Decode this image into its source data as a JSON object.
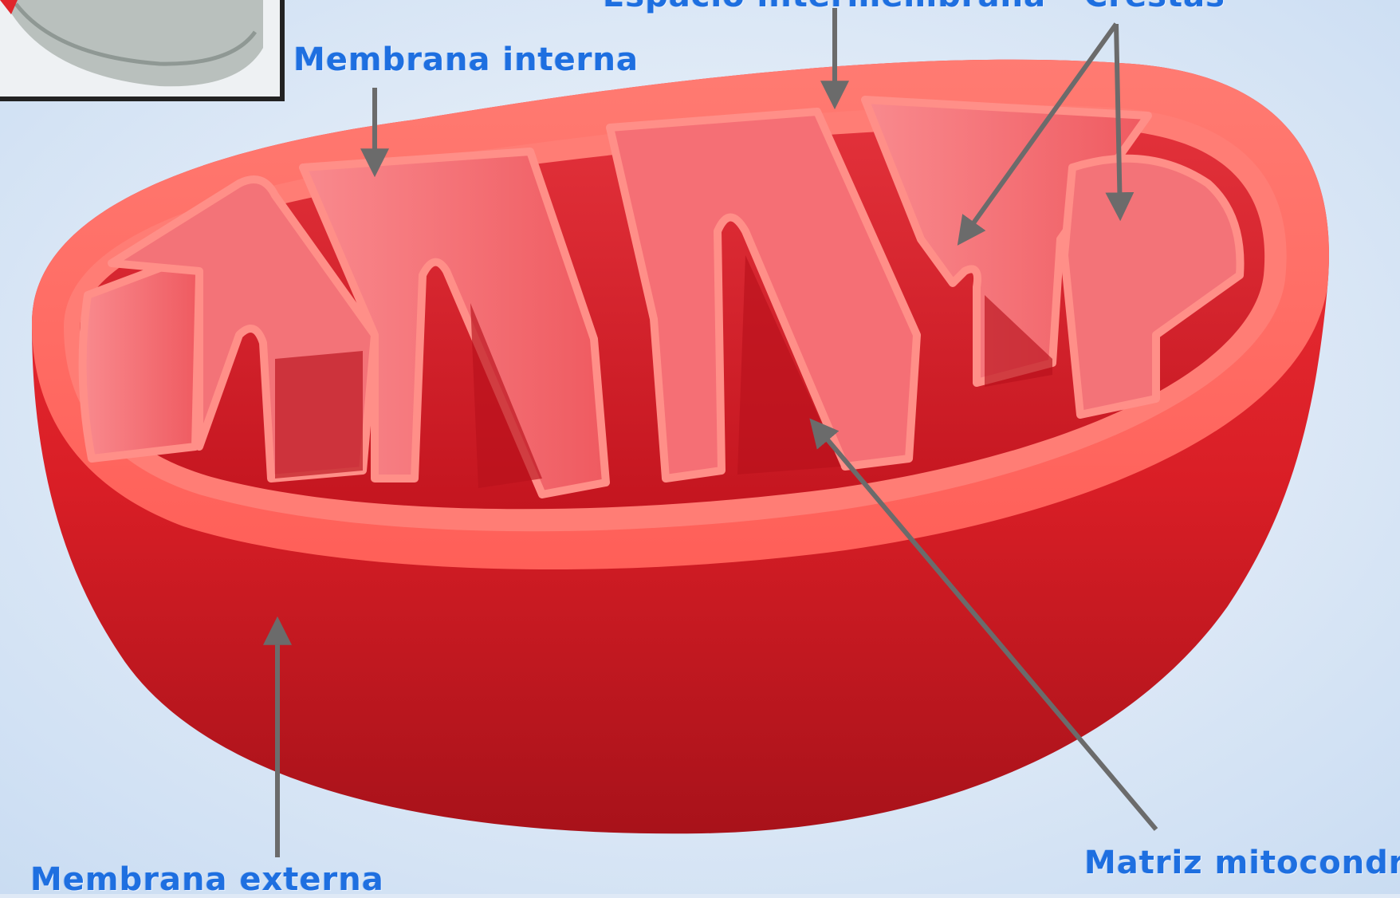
{
  "labels": {
    "inner_membrane": "Membrana interna",
    "outer_membrane": "Membrana externa",
    "matrix": "Matriz mitocondrial",
    "top_center": "Espacio intermembrana",
    "top_right": "Crestas"
  },
  "colors": {
    "background": "#dfe9f6",
    "label": "#1e6fe0",
    "membrane": "#e0262c",
    "membrane_light": "#ff6f6a",
    "cristae": "#f4676a",
    "arrow": "#6b6b6b"
  },
  "icons": {
    "inset": "mitochondrion-thumbnail-icon"
  }
}
